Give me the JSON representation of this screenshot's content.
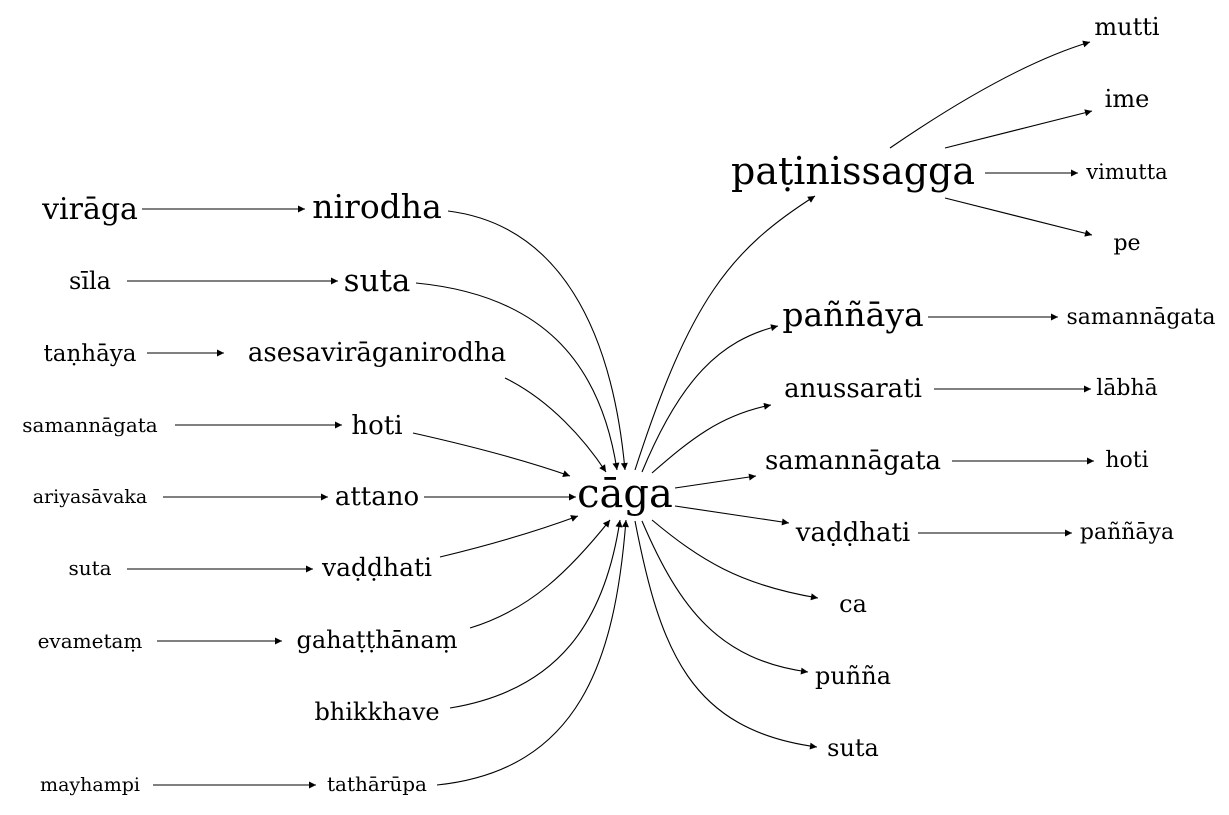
{
  "center": "cāga",
  "left_chains": [
    {
      "source": "virāga",
      "target": "nirodha"
    },
    {
      "source": "sīla",
      "target": "suta"
    },
    {
      "source": "taṇhāya",
      "target": "asesavirāganirodha"
    },
    {
      "source": "samannāgata",
      "target": "hoti"
    },
    {
      "source": "ariyasāvaka",
      "target": "attano"
    },
    {
      "source": "suta",
      "target": "vaḍḍhati"
    },
    {
      "source": "evametaṃ",
      "target": "gahaṭṭhānaṃ"
    },
    {
      "source": "",
      "target": "bhikkhave"
    },
    {
      "source": "mayhampi",
      "target": "tathārūpa"
    }
  ],
  "right_nodes": [
    {
      "label": "paṭinissagga",
      "children": [
        "mutti",
        "ime",
        "vimutta",
        "pe"
      ]
    },
    {
      "label": "paññāya",
      "children": [
        "samannāgata"
      ]
    },
    {
      "label": "anussarati",
      "children": [
        "lābhā"
      ]
    },
    {
      "label": "samannāgata",
      "children": [
        "hoti"
      ]
    },
    {
      "label": "vaḍḍhati",
      "children": [
        "paññāya"
      ]
    },
    {
      "label": "ca",
      "children": []
    },
    {
      "label": "puñña",
      "children": []
    },
    {
      "label": "suta",
      "children": []
    }
  ]
}
